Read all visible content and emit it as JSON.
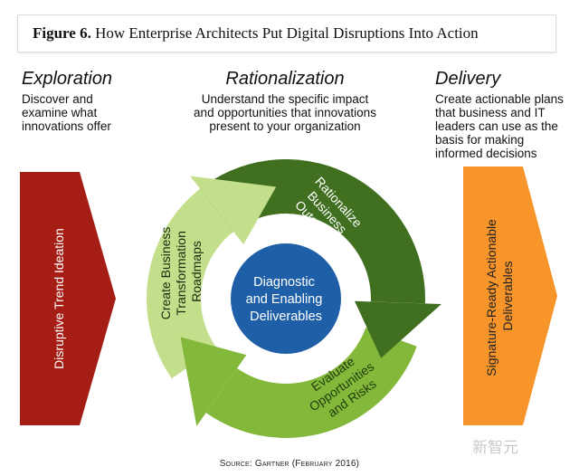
{
  "figure": {
    "label": "Figure 6.",
    "title": "How Enterprise Architects Put Digital Disruptions Into Action"
  },
  "phases": [
    {
      "name": "Exploration",
      "desc": [
        "Discover and",
        "examine what",
        "innovations offer"
      ]
    },
    {
      "name": "Rationalization",
      "desc": [
        "Understand the specific impact",
        "and opportunities that innovations",
        "present to your organization"
      ]
    },
    {
      "name": "Delivery",
      "desc": [
        "Create actionable plans",
        "that business and IT",
        "leaders can use as the",
        "basis for making",
        "informed decisions"
      ]
    }
  ],
  "left_arrow": {
    "label": "Disruptive Trend Ideation",
    "color": "#a51d14"
  },
  "right_arrow": {
    "label": [
      "Signature-Ready Actionable",
      "Deliverables"
    ],
    "color": "#f7952a"
  },
  "cycle": {
    "center": [
      "Diagnostic",
      "and Enabling",
      "Deliverables"
    ],
    "center_color": "#1f5fa8",
    "segments": [
      {
        "label": [
          "Rationalize",
          "Business",
          "Outcomes"
        ],
        "color": "#3f6f1f"
      },
      {
        "label": [
          "Evaluate",
          "Opportunities",
          "and Risks"
        ],
        "color": "#84b83a"
      },
      {
        "label": [
          "Create Business",
          "Transformation",
          "Roadmaps"
        ],
        "color": "#c3df8c"
      }
    ]
  },
  "source": "Source: Gartner (February 2016)",
  "watermark": "新智元"
}
